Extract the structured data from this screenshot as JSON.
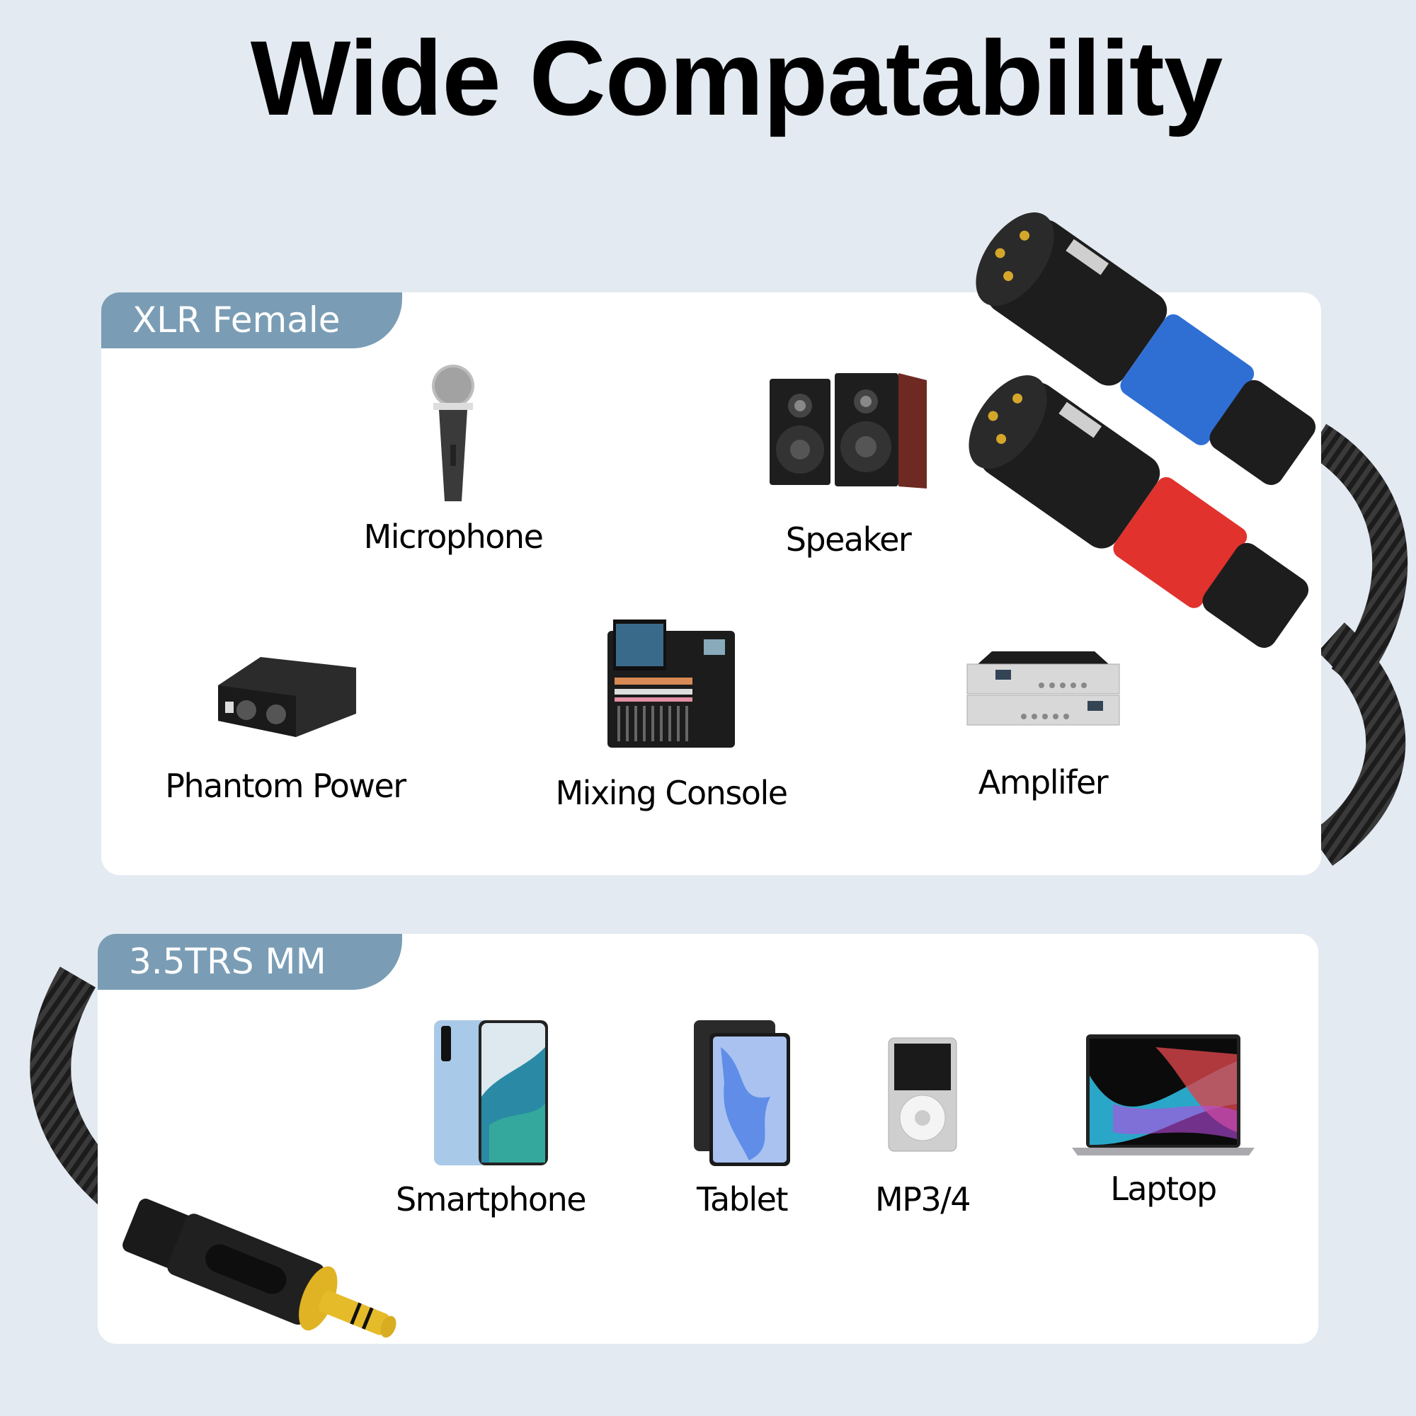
{
  "title": "Wide Compatability",
  "colors": {
    "background": "#e3eaf1",
    "card": "#ffffff",
    "tab": "#7a9db5",
    "xlr_blue": "#2e6fd6",
    "xlr_red": "#e0312c",
    "plug_gold": "#e0b325"
  },
  "sections": [
    {
      "tab_label": "XLR Female",
      "items": [
        {
          "label": "Microphone",
          "icon": "microphone-icon"
        },
        {
          "label": "Speaker",
          "icon": "speaker-icon"
        },
        {
          "label": "Phantom Power",
          "icon": "phantom-power-icon"
        },
        {
          "label": "Mixing Console",
          "icon": "mixing-console-icon"
        },
        {
          "label": "Amplifer",
          "icon": "amplifier-icon"
        }
      ]
    },
    {
      "tab_label": "3.5TRS MM",
      "items": [
        {
          "label": "Smartphone",
          "icon": "smartphone-icon"
        },
        {
          "label": "Tablet",
          "icon": "tablet-icon"
        },
        {
          "label": "MP3/4",
          "icon": "mp3-player-icon"
        },
        {
          "label": "Laptop",
          "icon": "laptop-icon"
        }
      ]
    }
  ]
}
